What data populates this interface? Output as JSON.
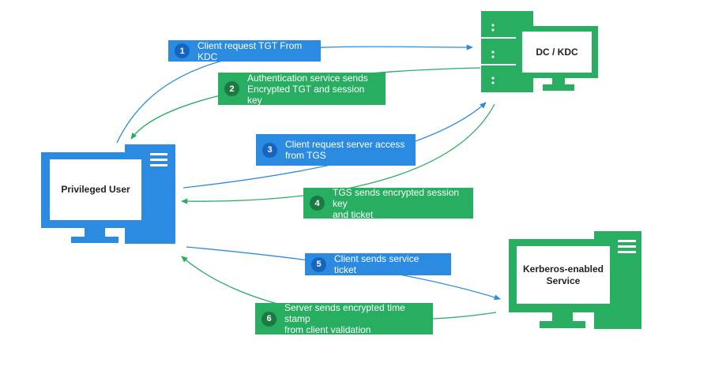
{
  "colors": {
    "blue": "#2b8be0",
    "green": "#27ae60",
    "dark_blue": "#1565c0",
    "dark_green": "#1b7a43"
  },
  "nodes": {
    "user": {
      "label": "Privileged User",
      "icon": "computer-icon"
    },
    "kdc": {
      "label": "DC / KDC",
      "icon": "server-icon"
    },
    "service": {
      "label": "Kerberos-enabled\nService",
      "icon": "computer-icon"
    }
  },
  "steps": [
    {
      "num": "1",
      "text": "Client request TGT From KDC",
      "color": "blue"
    },
    {
      "num": "2",
      "text": "Authentication service sends\nEncrypted TGT and session key",
      "color": "green"
    },
    {
      "num": "3",
      "text": "Client request server access\nfrom TGS",
      "color": "blue"
    },
    {
      "num": "4",
      "text": "TGS sends encrypted session key\nand ticket",
      "color": "green"
    },
    {
      "num": "5",
      "text": "Client sends service ticket",
      "color": "blue"
    },
    {
      "num": "6",
      "text": "Server sends encrypted time stamp\nfrom client validation",
      "color": "green"
    }
  ]
}
